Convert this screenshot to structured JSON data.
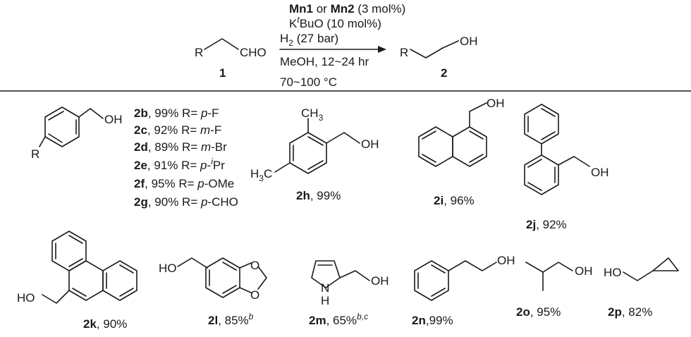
{
  "reaction": {
    "reactant_r": "R",
    "reactant_group": "CHO",
    "reactant_label": "1",
    "product_r": "R",
    "product_group": "OH",
    "product_label": "2",
    "catalyst_a": "Mn1",
    "catalyst_or": " or ",
    "catalyst_b": "Mn2",
    "catalyst_loading": " (3 mol%)",
    "base_k": "K",
    "base_sup": "t",
    "base_rest": "BuO (10 mol%)",
    "h2_h": "H",
    "h2_sub": "2",
    "h2_pressure": " (27 bar)",
    "solvent_time": "MeOH, 12~24 hr",
    "temperature": "70~100 °C"
  },
  "substituted": {
    "oh": "OH",
    "r": "R",
    "entries": [
      {
        "id": "2b",
        "yield": ", 99% R= ",
        "prefix": "p",
        "group": "-F"
      },
      {
        "id": "2c",
        "yield": ", 92% R= ",
        "prefix": "m",
        "group": "-F"
      },
      {
        "id": "2d",
        "yield": ", 89% R= ",
        "prefix": "m",
        "group": "-Br"
      },
      {
        "id": "2e",
        "yield": ", 91% R= ",
        "prefix": "p",
        "group": "-",
        "sup": "i",
        "group2": "Pr"
      },
      {
        "id": "2f",
        "yield": ", 95% R= ",
        "prefix": "p",
        "group": "-OMe"
      },
      {
        "id": "2g",
        "yield": ", 90% R= ",
        "prefix": "p",
        "group": "-CHO"
      }
    ]
  },
  "compounds": {
    "h": {
      "id": "2h",
      "yield": ", 99%",
      "oh": "OH",
      "ch3_c": "CH",
      "ch3_sub": "3",
      "h3c_h": "H",
      "h3c_sub": "3",
      "h3c_c": "C"
    },
    "i": {
      "id": "2i",
      "yield": ", 96%",
      "oh": "OH"
    },
    "j": {
      "id": "2j",
      "yield": ", 92%",
      "oh": "OH"
    },
    "k": {
      "id": "2k",
      "yield": ", 90%",
      "ho": "HO"
    },
    "l": {
      "id": "2l",
      "yield": ", 85%",
      "sup": "b",
      "ho": "HO",
      "o1": "O",
      "o2": "O"
    },
    "m": {
      "id": "2m",
      "yield": ", 65%",
      "sup": "b,c",
      "oh": "OH",
      "nh_h": "H",
      "nh_n": "N"
    },
    "n": {
      "id": "2n",
      "yield": ",99%",
      "oh": "OH"
    },
    "o": {
      "id": "2o",
      "yield": ", 95%",
      "oh": "OH"
    },
    "p": {
      "id": "2p",
      "yield": ", 82%",
      "ho": "HO"
    }
  }
}
